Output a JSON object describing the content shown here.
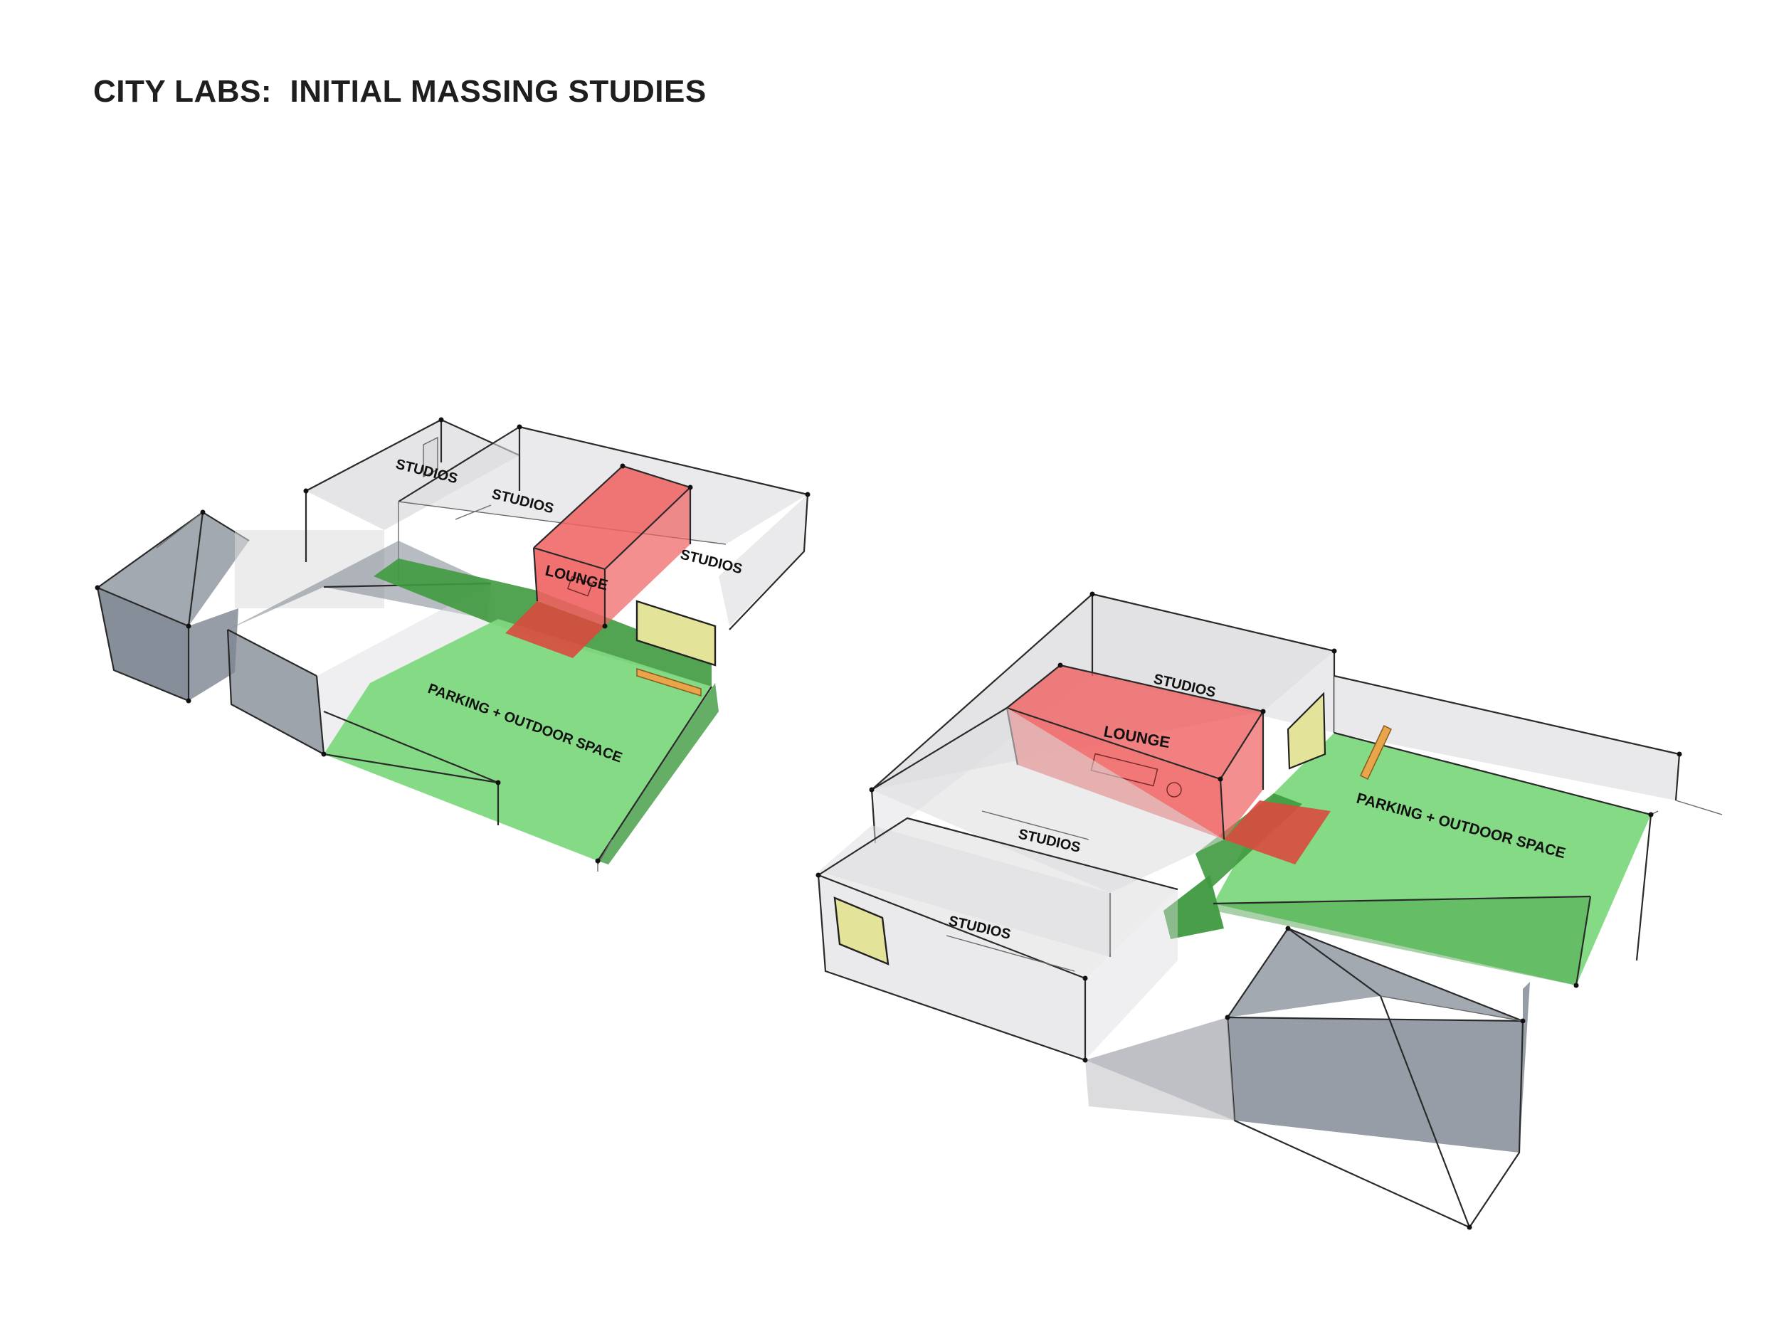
{
  "title": "CITY LABS:  INITIAL MASSING STUDIES",
  "colors": {
    "parking": "#7ed87e",
    "parking_dark": "#3f9a3f",
    "lounge": "#f06060",
    "lounge_dark": "#d94a3e",
    "studio_box": "#dcdcdf",
    "neighbor_building": "#7c8590",
    "window": "#e3e39a",
    "bench": "#e8a54a"
  },
  "study_a": {
    "labels": {
      "studios_1": "STUDIOS",
      "studios_2": "STUDIOS",
      "studios_3": "STUDIOS",
      "lounge": "LOUNGE",
      "parking": "PARKING + OUTDOOR SPACE"
    }
  },
  "study_b": {
    "labels": {
      "studios_1": "STUDIOS",
      "studios_2": "STUDIOS",
      "studios_3": "STUDIOS",
      "lounge": "LOUNGE",
      "parking": "PARKING + OUTDOOR SPACE"
    }
  }
}
